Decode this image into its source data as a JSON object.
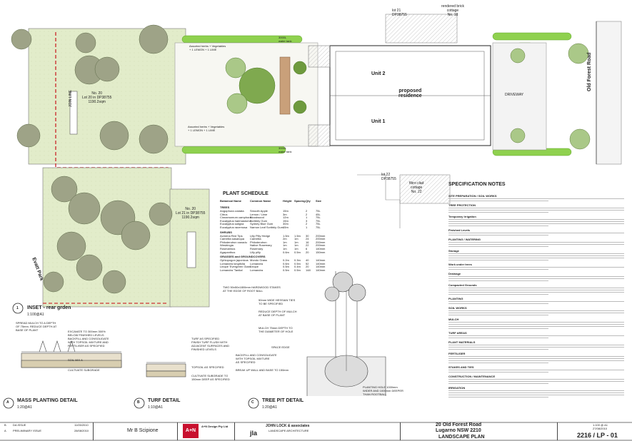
{
  "plan": {
    "lot_north": "lot 21\nDP38755",
    "lot_south": "lot 22\nDP38755",
    "cottage_north": "rendered brick\ncottage\nNo. 18",
    "cottage_south": "fibro clad\ncottage\nNo. 22",
    "unit_top": "Unit 2",
    "unit_bottom": "Unit 1",
    "proposed": "proposed\nresidence",
    "driveway": "DRIVEWAY",
    "road_name": "Old Forest Road",
    "join_line": "JOIN LINE",
    "area_top": "No. 20\nLot 20 in DP38755\n1190.2sqm",
    "area_bottom": "No. 20\nLot 21 in DP38755\n1190.2sqm",
    "park": "Evatt Park",
    "veg_labels": [
      "Assorted herbs + Vegetables\n+ 1 LEMON + 1 LIME",
      "Assorted herbs + Vegetables\n+ 1 LEMON + 1 LIME"
    ],
    "water_tank_a": "3000L\nwater tank",
    "water_tank_b": "3000L\nwater tank"
  },
  "inset": {
    "number": "1",
    "title": "INSET - rear grden",
    "scale": "1:100@A1"
  },
  "plant_schedule": {
    "title": "PLANT SCHEDULE",
    "headers": [
      "Botanical Name",
      "Common Name",
      "Height",
      "Spacing",
      "Qty",
      "Size"
    ],
    "sections": [
      {
        "name": "TREES",
        "rows": [
          [
            "Angophora costata",
            "Smooth Apple",
            "15m",
            "",
            "2",
            "75L"
          ],
          [
            "Citrus",
            "Lemon / Lime",
            "3m",
            "",
            "2",
            "45L"
          ],
          [
            "Cinnamomum camphora",
            "Bloodwood",
            "12m",
            "",
            "1",
            "75L"
          ],
          [
            "Eucalyptus haemastoma",
            "Scribbly Gum",
            "15m",
            "",
            "3",
            "75L"
          ],
          [
            "Eucalyptus saligna",
            "Sydney Blue Gum",
            "30m",
            "",
            "2",
            "75L"
          ],
          [
            "Eucalyptus racemosa",
            "Narrow Leaf Scribbly Gum",
            "15m",
            "",
            "1",
            "75L"
          ]
        ]
      },
      {
        "name": "SHRUBS",
        "rows": [
          [
            "Acmena Red Tips",
            "Lilly Pilly Hedge",
            "1.5m",
            "1.5m",
            "30",
            "200mm"
          ],
          [
            "Camellia sasanqua",
            "Camellia",
            "2m",
            "1m",
            "24",
            "200mm"
          ],
          [
            "Philodendron xanadu",
            "Philodendron",
            "1m",
            "1m",
            "16",
            "200mm"
          ],
          [
            "Westringia",
            "Native Rosemary",
            "1m",
            "1m",
            "22",
            "200mm"
          ],
          [
            "Rosmarinus",
            "Rosemary",
            "1m",
            "1m",
            "6",
            "140mm"
          ],
          [
            "Agapanthus",
            "Lilly pilly",
            "0.6m",
            "0.5m",
            "20",
            "150mm"
          ]
        ]
      },
      {
        "name": "GRASSES and GROUNDCOVERS",
        "rows": [
          [
            "Ophiopogon japonicus",
            "Mondo Grass",
            "0.2m",
            "0.3m",
            "40",
            "140mm"
          ],
          [
            "Lomandra longifolia",
            "Lomandra",
            "0.6m",
            "0.5m",
            "52",
            "140mm"
          ],
          [
            "Liriope 'Evergreen Giant'",
            "Liriope",
            "0.5m",
            "0.4m",
            "20",
            "140mm"
          ],
          [
            "Lomandra 'Tanika'",
            "Lomandra",
            "0.5m",
            "0.5m",
            "148",
            "140mm"
          ]
        ]
      }
    ]
  },
  "spec": {
    "title": "SPECIFICATION NOTES",
    "headings": [
      "SITE PREPARATION / SOIL WORKS",
      "TREE PROTECTION",
      "Temporary Irrigation",
      "Finished Levels",
      "PLANTING / WATERING",
      "Storage",
      "Work under trees",
      "Drainage",
      "Compacted Grounds",
      "PLANTING",
      "SOIL WORKS",
      "MULCH",
      "TURF AREAS",
      "PLANT MATERIALS",
      "FERTILISER",
      "STAKES AND TIES",
      "CONSTRUCTION / MAINTENANCE",
      "IRRIGATION"
    ]
  },
  "details": [
    {
      "letter": "A",
      "title": "MASS PLANTING DETAIL",
      "scale": "1:20@A1"
    },
    {
      "letter": "B",
      "title": "TURF DETAIL",
      "scale": "1:10@A1"
    },
    {
      "letter": "C",
      "title": "TREE PIT DETAIL",
      "scale": "1:20@A1"
    }
  ],
  "mass_notes": {
    "mulch": "SPREAD MULCH TO A DEPTH\nOF 75mm. REDUCE DEPTH AT\nBASE OF PLANT",
    "excavate": "EXCAVATE TO 300mm 300%\nBELOW FINISHED LEVELS.\nBACKFILL AND CONSOLIDATE\nWITH TOPSOIL MIXTURE AND\nFERTILISER AS SPECIFIED",
    "soil": "SOIL MIX A",
    "subgrade": "CULTIVATE SUBGRADE"
  },
  "turf_notes": {
    "a": "TURF AS SPECIFIED\nFINISH TURF FLUSH WITH\nADJACENT SURFACES AND\nFINISHED LEVELS",
    "b": "TOPSOIL AS SPECIFIED",
    "c": "CULTIVATE SUBGRADE TO\n150mm DEEP AS SPECIFIED"
  },
  "tree_notes": {
    "stakes": "TWO 50x50x1800mm HARDWOOD STAKES\nAT THE EDGE OF ROOT BALL",
    "ties": "50mm WIDE HESSIAN TIES\nTO BE SPECIFIED",
    "mulch_reduce": "REDUCE DEPTH OF MULCH\nAT BASE OF PLANT",
    "mulch": "MULCH 75mm DEPTH TO\nTHE DIAMETER OF HOLE",
    "space": "SPACE EDGE",
    "backfill": "BACKFILL AND CONSOLIDATE\nWITH TOPSOIL MIXTURE\nAS SPECIFIED",
    "breakup": "BREAK UP WALL AND BASE TO 150mm",
    "hole": "PLANTING HOLE 1000mm\nWIDER AND 1000mm DEEPER\nTHAN ROOTBALL"
  },
  "title_block": {
    "revisions": [
      {
        "rev": "B",
        "desc": "DA ISSUE",
        "date": "11/05/2010"
      },
      {
        "rev": "A",
        "desc": "PRELIMINARY ISSUE",
        "date": "28/08/2010"
      }
    ],
    "client": "Mr B Scipione",
    "firm1_name": "A+N Design Pty Ltd",
    "firm1_logo": "A+N",
    "firm2_name": "JOHN LOCK & associates",
    "firm2_sub": "LANDSCAPE ARCHITECTURE",
    "firm2_logo": "jla",
    "address_line1": "20 Old Forest Road",
    "address_line2": "Lugarno NSW 2210",
    "sheet_title": "LANDSCAPE PLAN",
    "drawing_no": "2216 / LP - 01",
    "scale_note": "1:100 @ A1",
    "date": "27/08/2010"
  },
  "colors": {
    "lawn": "#dce8c2",
    "hedge": "#8fd14f",
    "tree": "#9fa88a",
    "tree_dark": "#5e7a3a",
    "red_line": "#cc3333",
    "park": "#e7eed8"
  }
}
